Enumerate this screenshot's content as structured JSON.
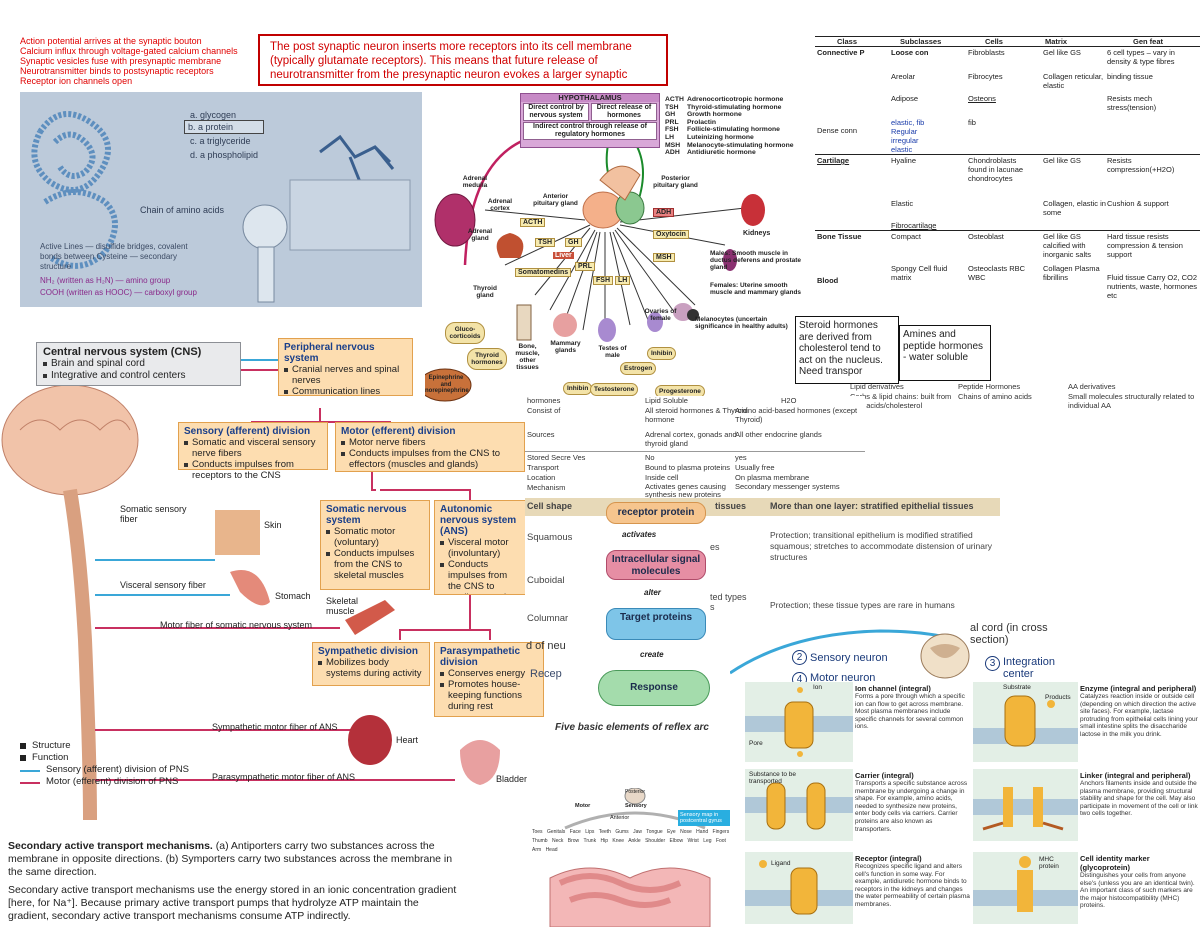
{
  "notes": {
    "red_lines": [
      "Action potential arrives at the synaptic bouton",
      "Calcium influx through voltage-gated calcium channels",
      "Synaptic vesicles fuse with presynaptic membrane",
      "Neurotransmitter binds to postsynaptic receptors",
      "Receptor ion channels open"
    ],
    "box_text": "The post synaptic neuron inserts more receptors into its cell membrane (typically glutamate receptors). This means that future release of neurotransmitter from the presynaptic neuron evokes a larger synaptic"
  },
  "macromolecules": {
    "options": [
      "a. glycogen",
      "b. a protein",
      "c. a triglyceride",
      "d. a phospholipid"
    ],
    "chain_label": "Chain of amino acids",
    "active_lines": "Active Lines — disulfide bridges, covalent bonds between Cysteine — secondary structure",
    "nh2": "NH₂ (written as H₂N) — amino group",
    "cooh": "COOH (written as HOOC) — carboxyl group"
  },
  "tissue_table": {
    "headers": [
      "Class",
      "Subclasses",
      "Cells",
      "Matrix",
      "Gen feat"
    ],
    "rows": [
      [
        "Connective P",
        "Loose con",
        "Fibroblasts",
        "Gel like GS",
        "6 cell types – vary in density & type fibres"
      ],
      [
        "",
        "Areolar",
        "Fibrocytes",
        "Collagen reticular, elastic",
        "binding tissue"
      ],
      [
        "",
        "Adipose",
        "Osteons",
        "",
        "Resists mech stress(tension)"
      ],
      [
        "Dense conn",
        "elastic, fib Regular irregular elastic",
        "fib",
        "",
        ""
      ],
      [
        "Cartilage",
        "Hyaline",
        "Chondroblasts found in lacunae chondrocytes",
        "Gel like GS",
        "Resists compression(+H2O)"
      ],
      [
        "",
        "Elastic",
        "",
        "Collagen, elastic in some",
        "Cushion & support"
      ],
      [
        "",
        "Fibrocartilage",
        "",
        "",
        ""
      ],
      [
        "Bone Tissue",
        "Compact",
        "Osteoblast",
        "Gel like GS calcified with inorganic salts",
        "Hard tissue resists compression & tension support"
      ],
      [
        "Blood",
        "Spongy Cell fluid matrix",
        "Osteoclasts RBC WBC",
        "Collagen Plasma fibrillins",
        "Fluid tissue Carry O2, CO2 nutrients, waste, hormones etc"
      ]
    ]
  },
  "endocrine": {
    "hypothalamus": "HYPOTHALAMUS",
    "direct_control": "Direct control by nervous system",
    "direct_release": "Direct release of hormones",
    "indirect": "Indirect control through release of regulatory hormones",
    "abbrev": [
      [
        "ACTH",
        "Adrenocorticotropic hormone"
      ],
      [
        "TSH",
        "Thyroid-stimulating hormone"
      ],
      [
        "GH",
        "Growth hormone"
      ],
      [
        "PRL",
        "Prolactin"
      ],
      [
        "FSH",
        "Follicle-stimulating hormone"
      ],
      [
        "LH",
        "Luteinizing hormone"
      ],
      [
        "MSH",
        "Melanocyte-stimulating hormone"
      ],
      [
        "ADH",
        "Antidiuretic hormone"
      ]
    ],
    "labels": {
      "adrenal_medulla": "Adrenal medulla",
      "adrenal_cortex": "Adrenal cortex",
      "adrenal_gland": "Adrenal gland",
      "anterior": "Anterior pituitary gland",
      "posterior": "Posterior pituitary gland",
      "kidneys": "Kidneys",
      "oxytocin": "Oxytocin",
      "adh": "ADH",
      "acth": "ACTH",
      "tsh": "TSH",
      "gh": "GH",
      "liver": "Liver",
      "prl": "PRL",
      "fsh": "FSH",
      "lh": "LH",
      "msh": "MSH",
      "somatomedins": "Somatomedins",
      "thyroid": "Thyroid gland",
      "gluco": "Gluco-corticoids",
      "thyroid_horm": "Thyroid hormones",
      "epi": "Epinephrine and norepinephrine",
      "bone": "Bone, muscle, other tissues",
      "mammary": "Mammary glands",
      "testes": "Testes of male",
      "ovaries": "Ovaries of female",
      "inhibin": "Inhibin",
      "inhibin2": "Inhibin",
      "testosterone": "Testosterone",
      "estrogen": "Estrogen",
      "progesterone": "Progesterone",
      "males": "Males: Smooth muscle in ductus deferens and prostate gland",
      "females": "Females: Uterine smooth muscle and mammary glands",
      "melanocytes": "Melanocytes (uncertain significance in healthy adults)"
    }
  },
  "steroid_note": "Steroid hormones are derived from cholesterol tend to act on the nucleus. Need transpor",
  "amine_note": "Amines and peptide hormones - water soluble",
  "hormone_table": {
    "top_cols": [
      "Lipid derivatives",
      "Peptide Hormones",
      "AA derivatives"
    ],
    "top_row": [
      "Carbs & lipid chains: built from fatty acids/cholesterol",
      "Chains of amino acids",
      "Small molecules structurally related to individual AA"
    ],
    "cols": [
      "hormones",
      "Lipid Soluble",
      "H2O"
    ],
    "rows": [
      [
        "Consist of",
        "All steroid hormones & Thyroid hormone",
        "Amino acid-based hormones (except Thyroid)"
      ],
      [
        "Sources",
        "Adrenal cortex, gonads and thyroid gland",
        "All other endocrine glands"
      ],
      [
        "Stored Secre Ves",
        "No",
        "yes"
      ],
      [
        "Transport",
        "Bound to plasma proteins",
        "Usually free"
      ],
      [
        "Location",
        "Inside cell",
        "On plasma membrane"
      ],
      [
        "Mechanism",
        "Activates genes causing synthesis new proteins",
        "Secondary messenger systems"
      ]
    ]
  },
  "nervous": {
    "cns_title": "Central nervous system (CNS)",
    "cns_items": [
      "Brain and spinal cord",
      "Integrative and control centers"
    ],
    "pns_title": "Peripheral nervous system",
    "pns_items": [
      "Cranial nerves and spinal nerves",
      "Communication lines between the CNS and the rest of the body"
    ],
    "sensory_title": "Sensory (afferent) division",
    "sensory_items": [
      "Somatic and visceral sensory nerve fibers",
      "Conducts impulses from receptors to the CNS"
    ],
    "motor_title": "Motor (efferent) division",
    "motor_items": [
      "Motor nerve fibers",
      "Conducts impulses from the CNS to effectors (muscles and glands)"
    ],
    "somatic_title": "Somatic nervous system",
    "somatic_items": [
      "Somatic motor (voluntary)",
      "Conducts impulses from the CNS to skeletal muscles"
    ],
    "ans_title": "Autonomic nervous system (ANS)",
    "ans_items": [
      "Visceral motor (involuntary)",
      "Conducts impulses from the CNS to cardiac muscles, smooth muscles, and glands"
    ],
    "symp_title": "Sympathetic division",
    "symp_items": [
      "Mobilizes body systems during activity"
    ],
    "para_title": "Parasympathetic division",
    "para_items": [
      "Conserves energy",
      "Promotes house-keeping functions during rest"
    ],
    "labels": {
      "somatic_sensory": "Somatic sensory fiber",
      "skin": "Skin",
      "visceral_sensory": "Visceral sensory fiber",
      "stomach": "Stomach",
      "skeletal": "Skeletal muscle",
      "motor_somatic": "Motor fiber of somatic nervous system",
      "symp_motor": "Sympathetic motor fiber of ANS",
      "heart": "Heart",
      "para_motor": "Parasympathetic motor fiber of ANS",
      "bladder": "Bladder"
    },
    "legend": [
      "Structure",
      "Function",
      "Sensory (afferent) division of PNS",
      "Motor (efferent) division of PNS"
    ]
  },
  "transport_caption": {
    "title": "Secondary active transport mechanisms.",
    "line1": " (a) Antiporters carry two substances across the membrane in opposite directions. (b) Symporters carry two substances across the membrane in the same direction.",
    "line2": "Secondary active transport mechanisms use the energy stored in an ionic concentration gradient [here, for Na⁺]. Because primary active transport pumps that hydrolyze ATP maintain the gradient, secondary active transport mechanisms consume ATP indirectly."
  },
  "epithelial": {
    "header_left": "Cell shape",
    "header_right": "More than one layer: stratified epithelial tissues",
    "rows": [
      [
        "Squamous",
        "Protection; transitional epithelium is modified stratified squamous; stretches to accommodate distension of urinary structures"
      ],
      [
        "Cuboidal",
        ""
      ],
      [
        "Columnar",
        "Protection; these tissue types are rare in humans"
      ]
    ],
    "frag1": "tissues",
    "frag2": "es",
    "frag3": "ted types",
    "frag4": "s",
    "frag5": "d of neu",
    "frag6": "Recep",
    "frag7": "Five basic elements of reflex arc"
  },
  "signal_flow": {
    "receptor": "receptor protein",
    "activates": "activates",
    "intracellular": "Intracellular signal molecules",
    "alter": "alter",
    "target": "Target proteins",
    "create": "create",
    "response": "Response"
  },
  "reflex": {
    "spinal": "al cord (in cross section)",
    "sensory_neuron": "Sensory neuron",
    "num2": "2",
    "integration": "Integration center",
    "num3": "3",
    "motor_neuron": "Motor neuron",
    "num4": "4"
  },
  "homunculus": {
    "posterior": "Posterior",
    "anterior": "Anterior",
    "motor": "Motor",
    "sensory": "Sensory",
    "map_label": "Sensory map in postcentral gyrus",
    "parts": [
      "Toes",
      "Genitals",
      "Face",
      "Lips",
      "Teeth",
      "Gums",
      "Jaw",
      "Tongue",
      "Eye",
      "Nose",
      "Hand",
      "Fingers",
      "Thumb",
      "Neck",
      "Brow",
      "Trunk",
      "Hip",
      "Knee",
      "Ankle",
      "Shoulder",
      "Elbow",
      "Wrist",
      "Leg",
      "Foot",
      "Arm",
      "Head"
    ]
  },
  "membrane_proteins": [
    {
      "title": "Ion channel (integral)",
      "text": "Forms a pore through which a specific ion can flow to get across membrane. Most plasma membranes include specific channels for several common ions.",
      "tags": [
        "Ion",
        "Pore"
      ]
    },
    {
      "title": "Enzyme (integral and peripheral)",
      "text": "Catalyzes reaction inside or outside cell (depending on which direction the active site faces). For example, lactase protruding from epithelial cells lining your small intestine splits the disaccharide lactose in the milk you drink.",
      "tags": [
        "Substrate",
        "Products"
      ]
    },
    {
      "title": "Carrier (integral)",
      "text": "Transports a specific substance across membrane by undergoing a change in shape. For example, amino acids, needed to synthesize new proteins, enter body cells via carriers. Carrier proteins are also known as transporters.",
      "tags": [
        "Substance to be transported"
      ]
    },
    {
      "title": "Linker (integral and peripheral)",
      "text": "Anchors filaments inside and outside the plasma membrane, providing structural stability and shape for the cell. May also participate in movement of the cell or link two cells together.",
      "tags": []
    },
    {
      "title": "Receptor (integral)",
      "text": "Recognizes specific ligand and alters cell's function in some way. For example, antidiuretic hormone binds to receptors in the kidneys and changes the water permeability of certain plasma membranes.",
      "tags": [
        "Ligand"
      ]
    },
    {
      "title": "Cell identity marker (glycoprotein)",
      "text": "Distinguishes your cells from anyone else's (unless you are an identical twin). An important class of such markers are the major histocompatibility (MHC) proteins.",
      "tags": [
        "MHC protein"
      ]
    }
  ]
}
